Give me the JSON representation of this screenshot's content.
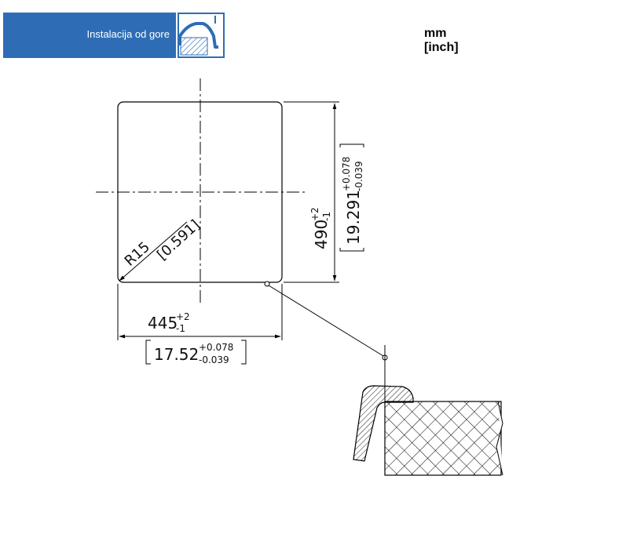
{
  "header": {
    "label": "Instalacija od gore",
    "icon": "sink-top-mount-icon",
    "accent_color": "#2e6db5"
  },
  "units": {
    "primary": "mm",
    "secondary": "[inch]"
  },
  "dimensions": {
    "width": {
      "value": "445",
      "tol_plus": "+2",
      "tol_minus": "-1",
      "inch_value": "17.52",
      "inch_tol_plus": "+0.078",
      "inch_tol_minus": "-0.039"
    },
    "height": {
      "value": "490",
      "tol_plus": "+2",
      "tol_minus": "-1",
      "inch_value": "19.291",
      "inch_tol_plus": "+0.078",
      "inch_tol_minus": "-0.039"
    },
    "radius": {
      "value": "R15",
      "inch_value": "[0.591]"
    }
  }
}
